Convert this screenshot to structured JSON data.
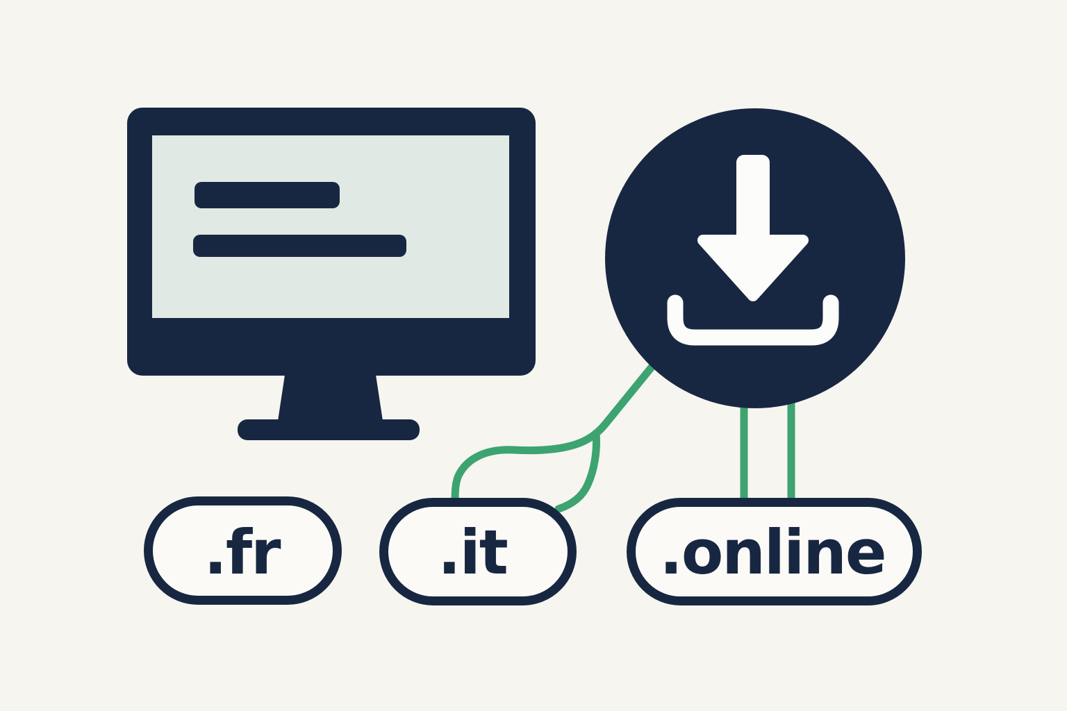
{
  "illustration": {
    "icons": [
      "monitor-icon",
      "download-icon"
    ],
    "monitor": {
      "screen_lines": 2
    },
    "badges": [
      {
        "id": "fr",
        "label": ".fr"
      },
      {
        "id": "it",
        "label": ".it"
      },
      {
        "id": "online",
        "label": ".online"
      }
    ],
    "connectors": {
      "count": 4,
      "from": "download-circle",
      "to": [
        "badge-it",
        "badge-it",
        "badge-online",
        "badge-online"
      ]
    },
    "colors": {
      "background": "#f7f5f0",
      "navy": "#182741",
      "green": "#3da371",
      "screen": "#e1e9e5",
      "pill_fill": "#fbfaf7",
      "white": "#fcfcfa"
    }
  }
}
